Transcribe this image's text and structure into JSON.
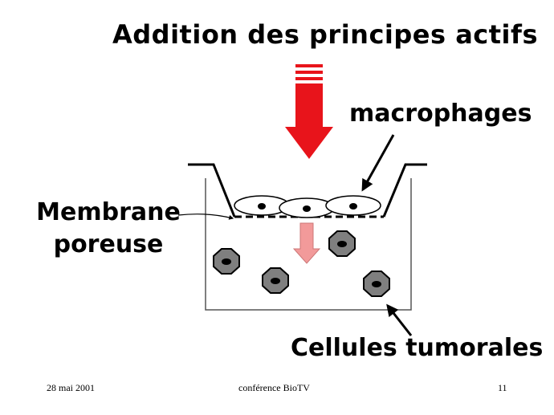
{
  "title": "Addition des principes actifs",
  "labels": {
    "macrophages": "macrophages",
    "membrane_line1": "Membrane",
    "membrane_line2": "poreuse",
    "tumor_cells": "Cellules tumorales"
  },
  "footer": {
    "date": "28 mai 2001",
    "conference": "conférence BioTV",
    "page": "11"
  },
  "colors": {
    "arrow_red": "#e8141b",
    "arrow_pink": "#f29a9a",
    "tumor_cell": "#7f7f7f",
    "nucleus": "#000000"
  }
}
